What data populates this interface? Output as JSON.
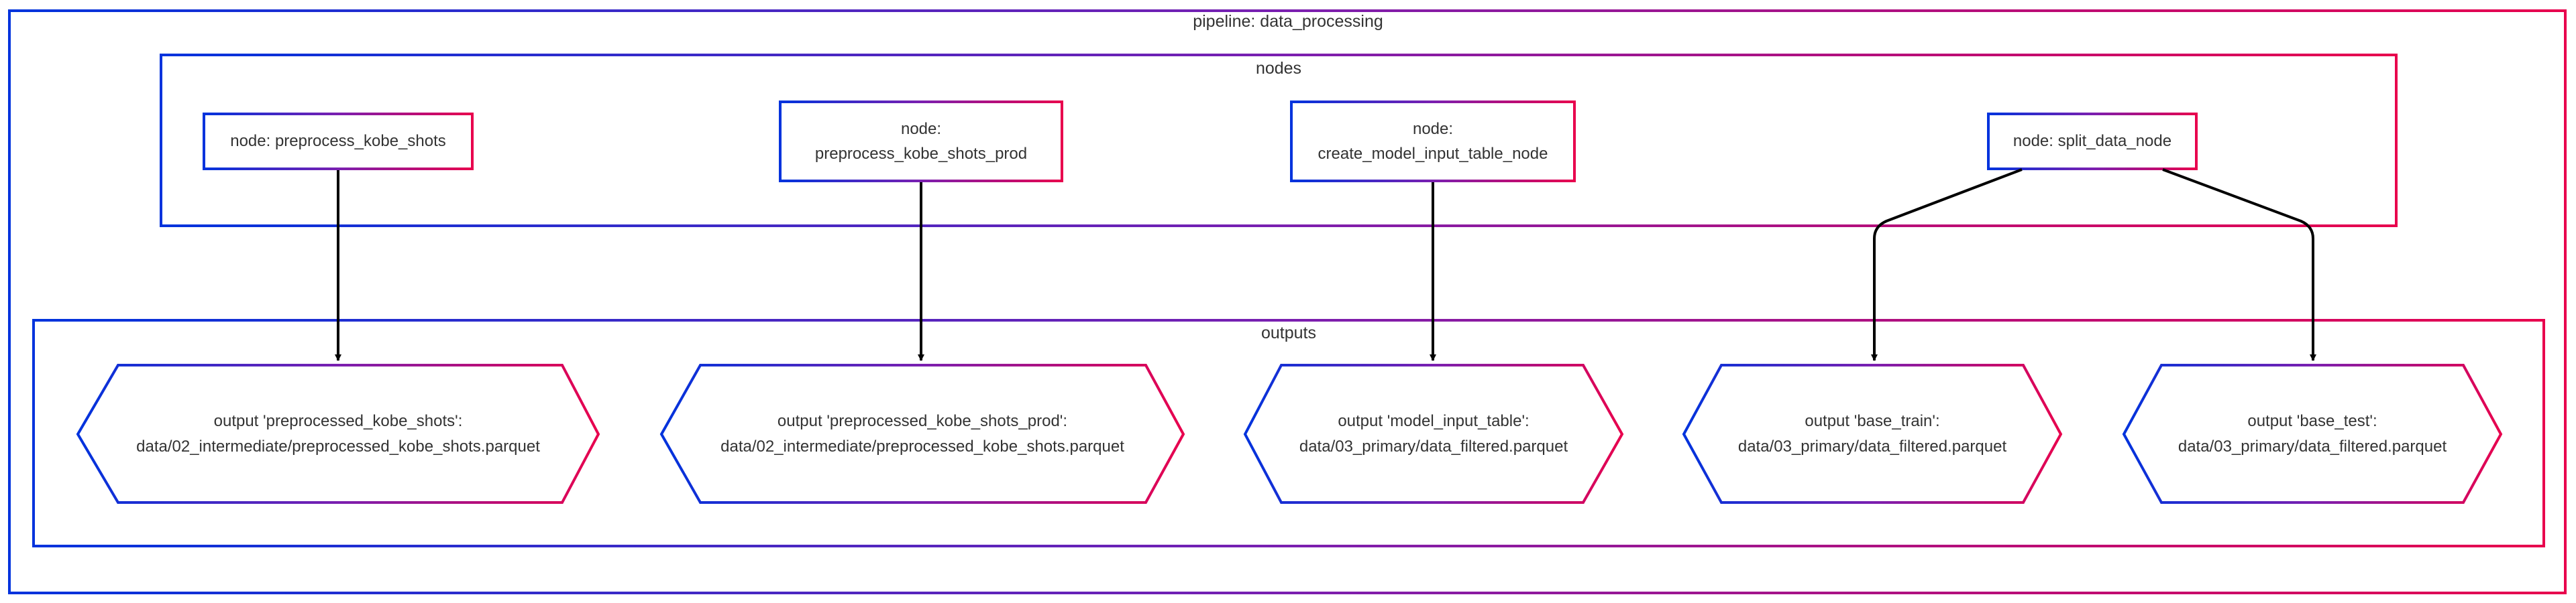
{
  "colors": {
    "gradient_start": "#0033dd",
    "gradient_mid": "#7a1fb0",
    "gradient_end": "#e8004d",
    "edge": "#000000",
    "text": "#333333"
  },
  "pipeline": {
    "title": "pipeline: data_processing",
    "nodes_cluster": {
      "title": "nodes",
      "items": [
        {
          "lines": [
            "node: preprocess_kobe_shots"
          ]
        },
        {
          "lines": [
            "node:",
            "preprocess_kobe_shots_prod"
          ]
        },
        {
          "lines": [
            "node:",
            "create_model_input_table_node"
          ]
        },
        {
          "lines": [
            "node: split_data_node"
          ]
        }
      ]
    },
    "outputs_cluster": {
      "title": "outputs",
      "items": [
        {
          "lines": [
            "output 'preprocessed_kobe_shots':",
            "data/02_intermediate/preprocessed_kobe_shots.parquet"
          ]
        },
        {
          "lines": [
            "output 'preprocessed_kobe_shots_prod':",
            "data/02_intermediate/preprocessed_kobe_shots.parquet"
          ]
        },
        {
          "lines": [
            "output 'model_input_table':",
            "data/03_primary/data_filtered.parquet"
          ]
        },
        {
          "lines": [
            "output 'base_train':",
            "data/03_primary/data_filtered.parquet"
          ]
        },
        {
          "lines": [
            "output 'base_test':",
            "data/03_primary/data_filtered.parquet"
          ]
        }
      ]
    },
    "edges": [
      {
        "from": "node: preprocess_kobe_shots",
        "to": "output 'preprocessed_kobe_shots'"
      },
      {
        "from": "node: preprocess_kobe_shots_prod",
        "to": "output 'preprocessed_kobe_shots_prod'"
      },
      {
        "from": "node: create_model_input_table_node",
        "to": "output 'model_input_table'"
      },
      {
        "from": "node: split_data_node",
        "to": "output 'base_train'"
      },
      {
        "from": "node: split_data_node",
        "to": "output 'base_test'"
      }
    ]
  }
}
